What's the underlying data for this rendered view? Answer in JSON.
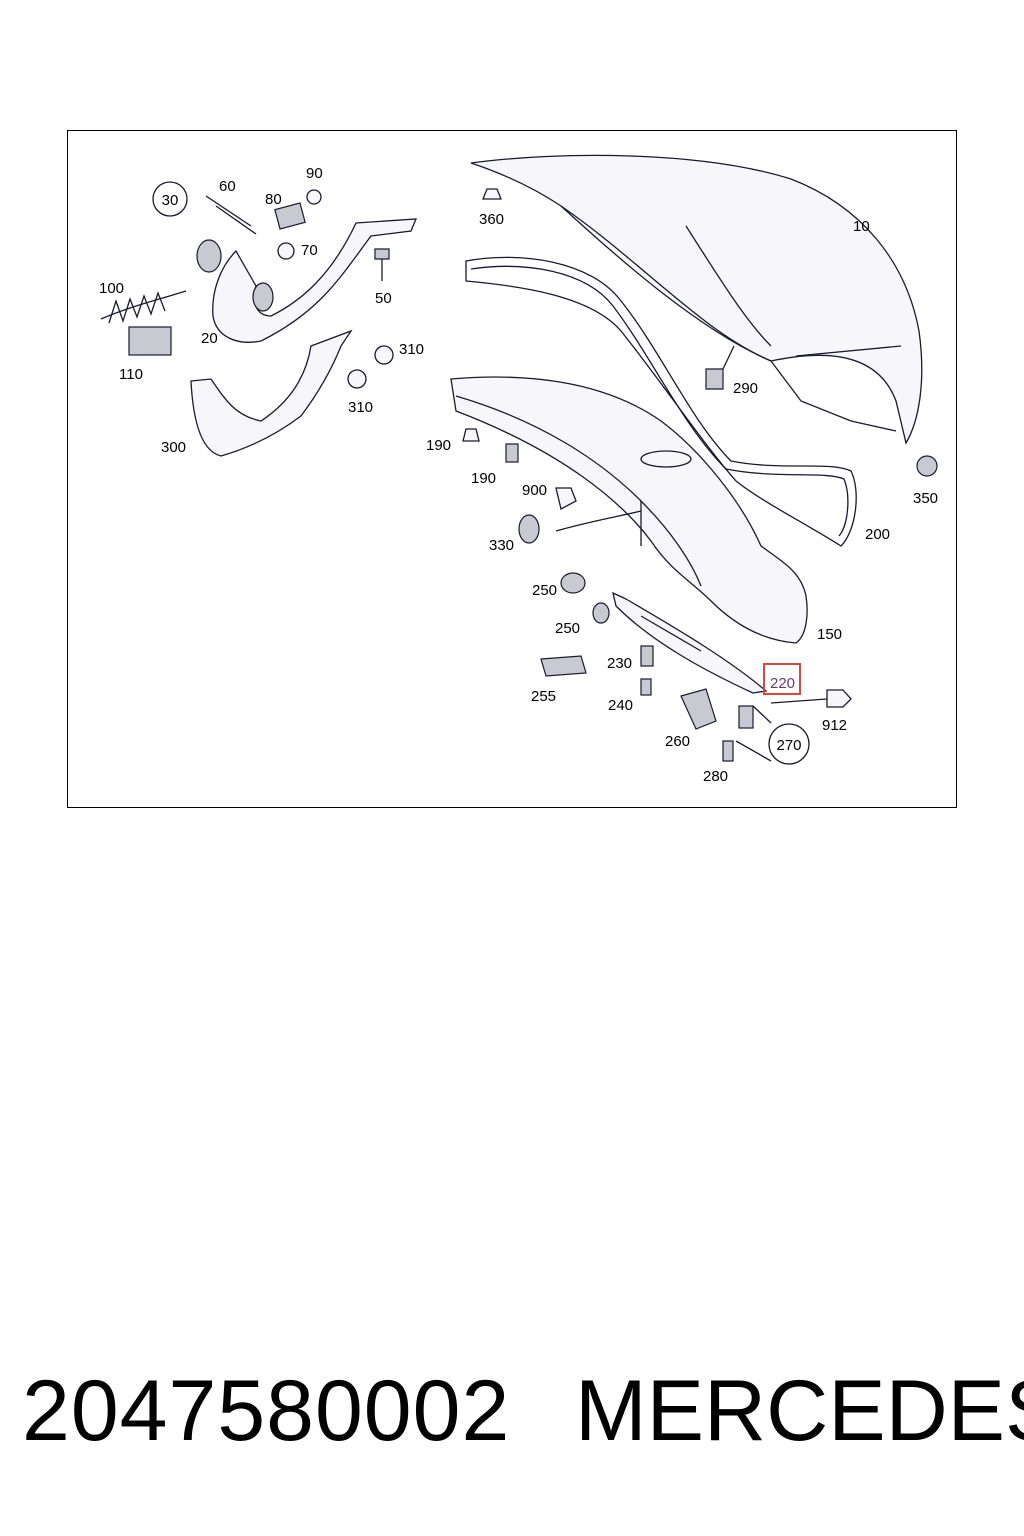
{
  "diagram": {
    "labels": {
      "p10": "10",
      "p20": "20",
      "p30": "30",
      "p50": "50",
      "p60": "60",
      "p70": "70",
      "p80": "80",
      "p90": "90",
      "p100": "100",
      "p110": "110",
      "p150": "150",
      "p190a": "190",
      "p190b": "190",
      "p200": "200",
      "p220": "220",
      "p230": "230",
      "p240": "240",
      "p250a": "250",
      "p250b": "250",
      "p255": "255",
      "p260": "260",
      "p270": "270",
      "p280": "280",
      "p290": "290",
      "p300": "300",
      "p310a": "310",
      "p310b": "310",
      "p330": "330",
      "p350": "350",
      "p360": "360",
      "p900": "900",
      "p912": "912"
    },
    "highlight_color": "#e0453a"
  },
  "footer": {
    "part_number": "2047580002",
    "brand": "MERCEDES"
  }
}
